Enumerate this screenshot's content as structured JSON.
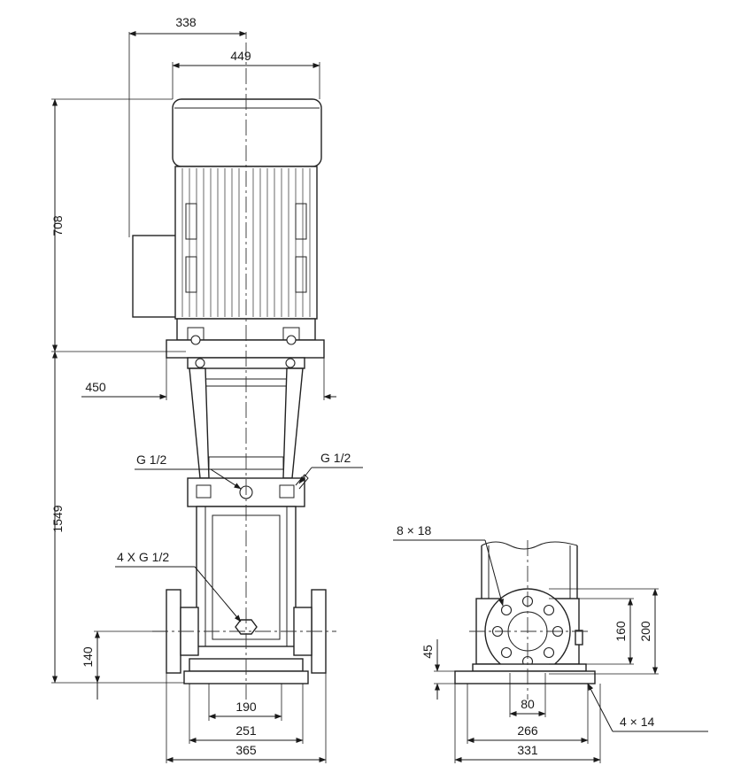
{
  "front_view": {
    "dim_338": "338",
    "dim_449": "449",
    "dim_708": "708",
    "dim_450": "450",
    "dim_1549": "1549",
    "dim_140": "140",
    "dim_190": "190",
    "dim_251": "251",
    "dim_365": "365",
    "label_g12_left": "G 1/2",
    "label_g12_right": "G 1/2",
    "label_4xg12": "4 X G 1/2"
  },
  "side_view": {
    "label_8x18": "8 × 18",
    "dim_45": "45",
    "dim_160": "160",
    "dim_200": "200",
    "dim_80": "80",
    "dim_266": "266",
    "dim_331": "331",
    "label_4x14": "4 × 14"
  }
}
